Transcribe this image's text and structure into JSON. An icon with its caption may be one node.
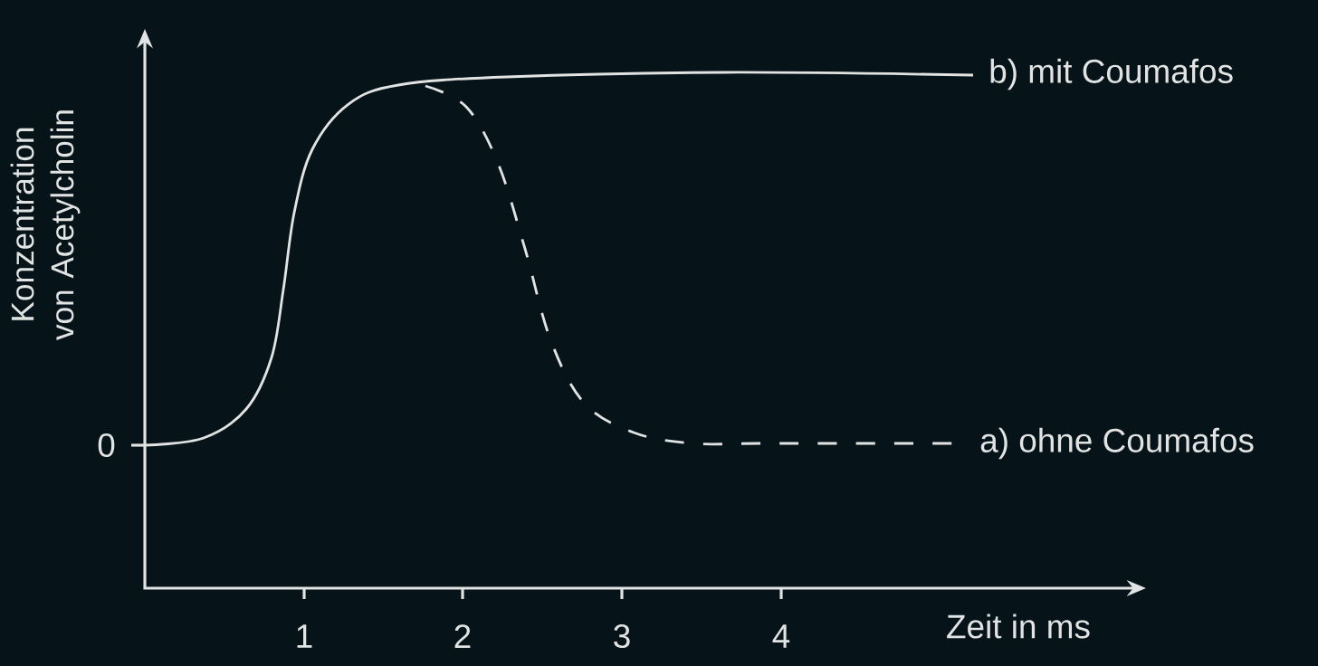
{
  "diagram": {
    "labels": [
      "Konzentration von Acetylcholin",
      "b) mit Coumafos",
      "0",
      "a) ohne Coumafos",
      "1",
      "2",
      "3",
      "4",
      "Zeit in ms"
    ]
  }
}
